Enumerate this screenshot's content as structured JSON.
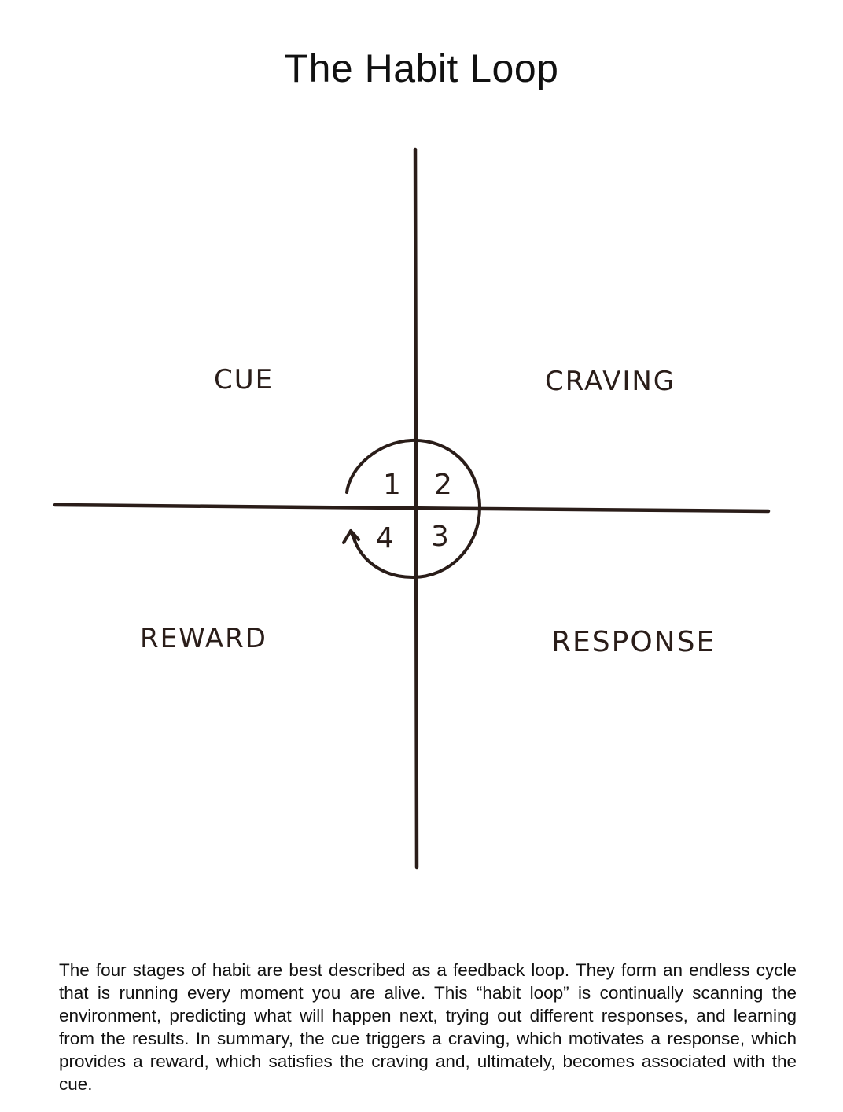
{
  "title": "The Habit Loop",
  "diagram": {
    "quadrants": {
      "top_left": "CUE",
      "top_right": "CRAVING",
      "bottom_left": "REWARD",
      "bottom_right": "RESPONSE"
    },
    "circle_numbers": {
      "top_left": "1",
      "top_right": "2",
      "bottom_right": "3",
      "bottom_left": "4"
    },
    "ink_color": "#2a1d19"
  },
  "caption": "The four stages of habit are best described as a feedback loop. They form an endless cycle that is running every moment you are alive. This “habit loop” is con­tinually scanning the environment, predicting what will happen next, trying out different responses, and learning from the results. In summary, the cue triggers a craving, which motivates a response, which provides a reward, which satisfies the craving and, ultimately, becomes associated with the cue."
}
